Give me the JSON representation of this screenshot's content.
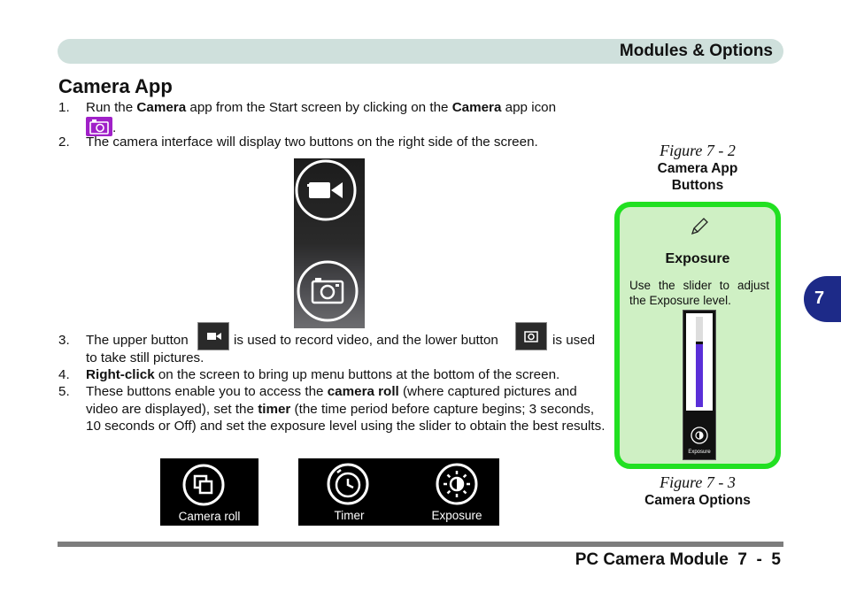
{
  "header": {
    "title": "Modules & Options"
  },
  "side_tab": {
    "chapter": "7"
  },
  "section": {
    "title": "Camera App"
  },
  "steps": [
    {
      "num": "1.",
      "pre": "Run the ",
      "b1": "Camera",
      "mid": " app from the Start screen by clicking on the ",
      "b2": "Camera",
      "post": " app icon"
    },
    {
      "num": "2.",
      "text": "The camera interface will display two buttons on the right side of the screen."
    },
    {
      "num": "3.",
      "pre": "The upper button",
      "mid": "is used to record video, and the lower button",
      "post": "is used",
      "line2": "to take still pictures."
    },
    {
      "num": "4.",
      "b1": "Right-click",
      "post": " on the screen to bring up menu buttons at the bottom of the screen."
    },
    {
      "num": "5.",
      "pre": "These buttons enable you to access the ",
      "b1": "camera roll",
      "mid": " (where captured pictures and video are displayed), set the ",
      "b2": "timer",
      "post": " (the time period before capture begins; 3 seconds, 10 seconds or Off) and set the exposure level using the slider to obtain the best results."
    }
  ],
  "figure_2": {
    "number": "Figure 7 - 2",
    "caption_line1": "Camera App",
    "caption_line2": "Buttons"
  },
  "figure_3": {
    "number": "Figure 7 - 3",
    "caption": "Camera Options"
  },
  "exposure_box": {
    "title": "Exposure",
    "description": "Use the slider to adjust the Exposure level.",
    "slider_label": "Exposure",
    "slider_level": 0.7
  },
  "bottom_buttons": [
    {
      "label": "Camera roll",
      "icon": "camera-roll-icon"
    },
    {
      "label": "Timer",
      "icon": "timer-icon"
    },
    {
      "label": "Exposure",
      "icon": "exposure-icon"
    }
  ],
  "footer": {
    "title": "PC Camera Module",
    "page": "7  -  5"
  },
  "colors": {
    "header_bar": "#cfe0dc",
    "tab": "#1d2a88",
    "green_border": "#21e021",
    "green_fill": "#cff0c4",
    "app_icon": "#a020c8",
    "slider_fill": "#5a2fd8"
  }
}
